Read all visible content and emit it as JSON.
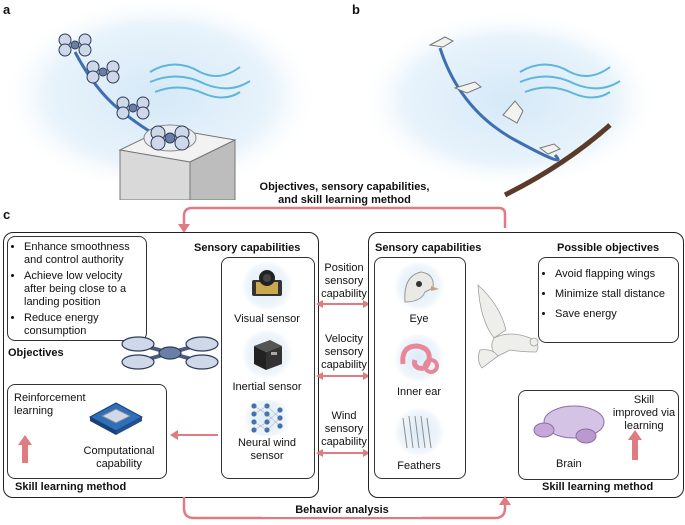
{
  "panels": {
    "a": "a",
    "b": "b",
    "c": "c"
  },
  "top_arrow_label": "Objectives, sensory capabilities,\nand skill learning method",
  "bottom_arrow_label": "Behavior analysis",
  "left": {
    "objectives_items": [
      "Enhance smoothness and control authority",
      "Achieve low velocity after being close to a landing position",
      "Reduce energy consumption"
    ],
    "objectives_title": "Objectives",
    "sensory_title": "Sensory capabilities",
    "sensors": [
      "Visual sensor",
      "Inertial sensor",
      "Neural wind sensor"
    ],
    "reinforcement_learning": "Reinforcement learning",
    "computational_capability": "Computational capability",
    "skill_title": "Skill learning method"
  },
  "middle_labels": [
    "Position sensory capability",
    "Velocity sensory capability",
    "Wind sensory capability"
  ],
  "right": {
    "sensory_title": "Sensory capabilities",
    "senses": [
      "Eye",
      "Inner ear",
      "Feathers"
    ],
    "objectives_title": "Possible objectives",
    "objectives_items": [
      "Avoid flapping wings",
      "Minimize stall distance",
      "Save energy"
    ],
    "skill_improved": "Skill improved via learning",
    "brain": "Brain",
    "skill_title": "Skill learning method"
  },
  "colors": {
    "arrow": "#e07b82",
    "sky": "#d5e9f8",
    "path": "#3f6fb3"
  }
}
